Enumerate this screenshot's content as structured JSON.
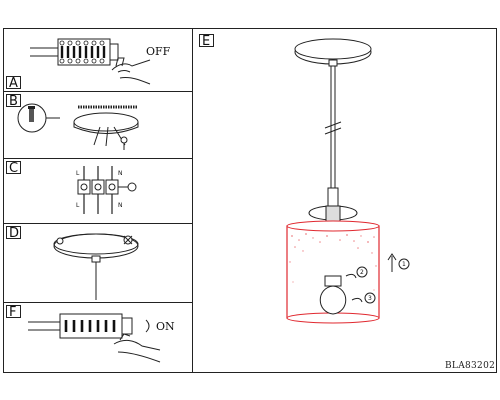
{
  "panels": {
    "a": {
      "label": "A",
      "caption": "OFF"
    },
    "b": {
      "label": "B"
    },
    "c": {
      "label": "C",
      "wire_labels": [
        "L",
        "N",
        "L",
        "N"
      ]
    },
    "d": {
      "label": "D"
    },
    "e": {
      "label": "E",
      "steps": [
        "1",
        "2",
        "3"
      ]
    },
    "f": {
      "label": "F",
      "caption": "ON"
    }
  },
  "model_code": "BLA83202",
  "colors": {
    "shade": "#e0282f",
    "line": "#222222"
  },
  "icons": [
    "hand-icon",
    "terminal-block-icon",
    "screw-icon",
    "ground-icon",
    "bulb-icon",
    "arrow-up-icon",
    "rotate-arrow-icon"
  ]
}
